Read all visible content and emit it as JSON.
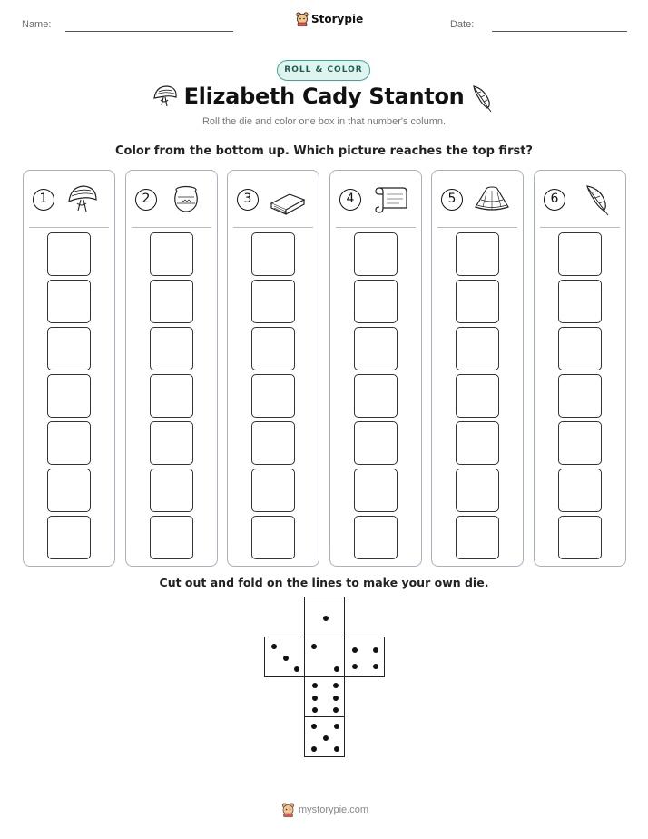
{
  "header": {
    "name_label": "Name:",
    "date_label": "Date:",
    "brand": "Storypie"
  },
  "badge": "ROLL & COLOR",
  "title": "Elizabeth Cady Stanton",
  "subtitle": "Roll the die and color one box in that number's column.",
  "instruction": "Color from the bottom up. Which picture reaches the top first?",
  "columns": [
    {
      "number": "1",
      "icon": "bonnet-icon"
    },
    {
      "number": "2",
      "icon": "pot-icon"
    },
    {
      "number": "3",
      "icon": "book-icon"
    },
    {
      "number": "4",
      "icon": "scroll-icon"
    },
    {
      "number": "5",
      "icon": "hoop-skirt-icon"
    },
    {
      "number": "6",
      "icon": "quill-icon"
    }
  ],
  "boxes_per_column": 7,
  "die_instruction": "Cut out and fold on the lines to make your own die.",
  "footer": "mystorypie.com"
}
